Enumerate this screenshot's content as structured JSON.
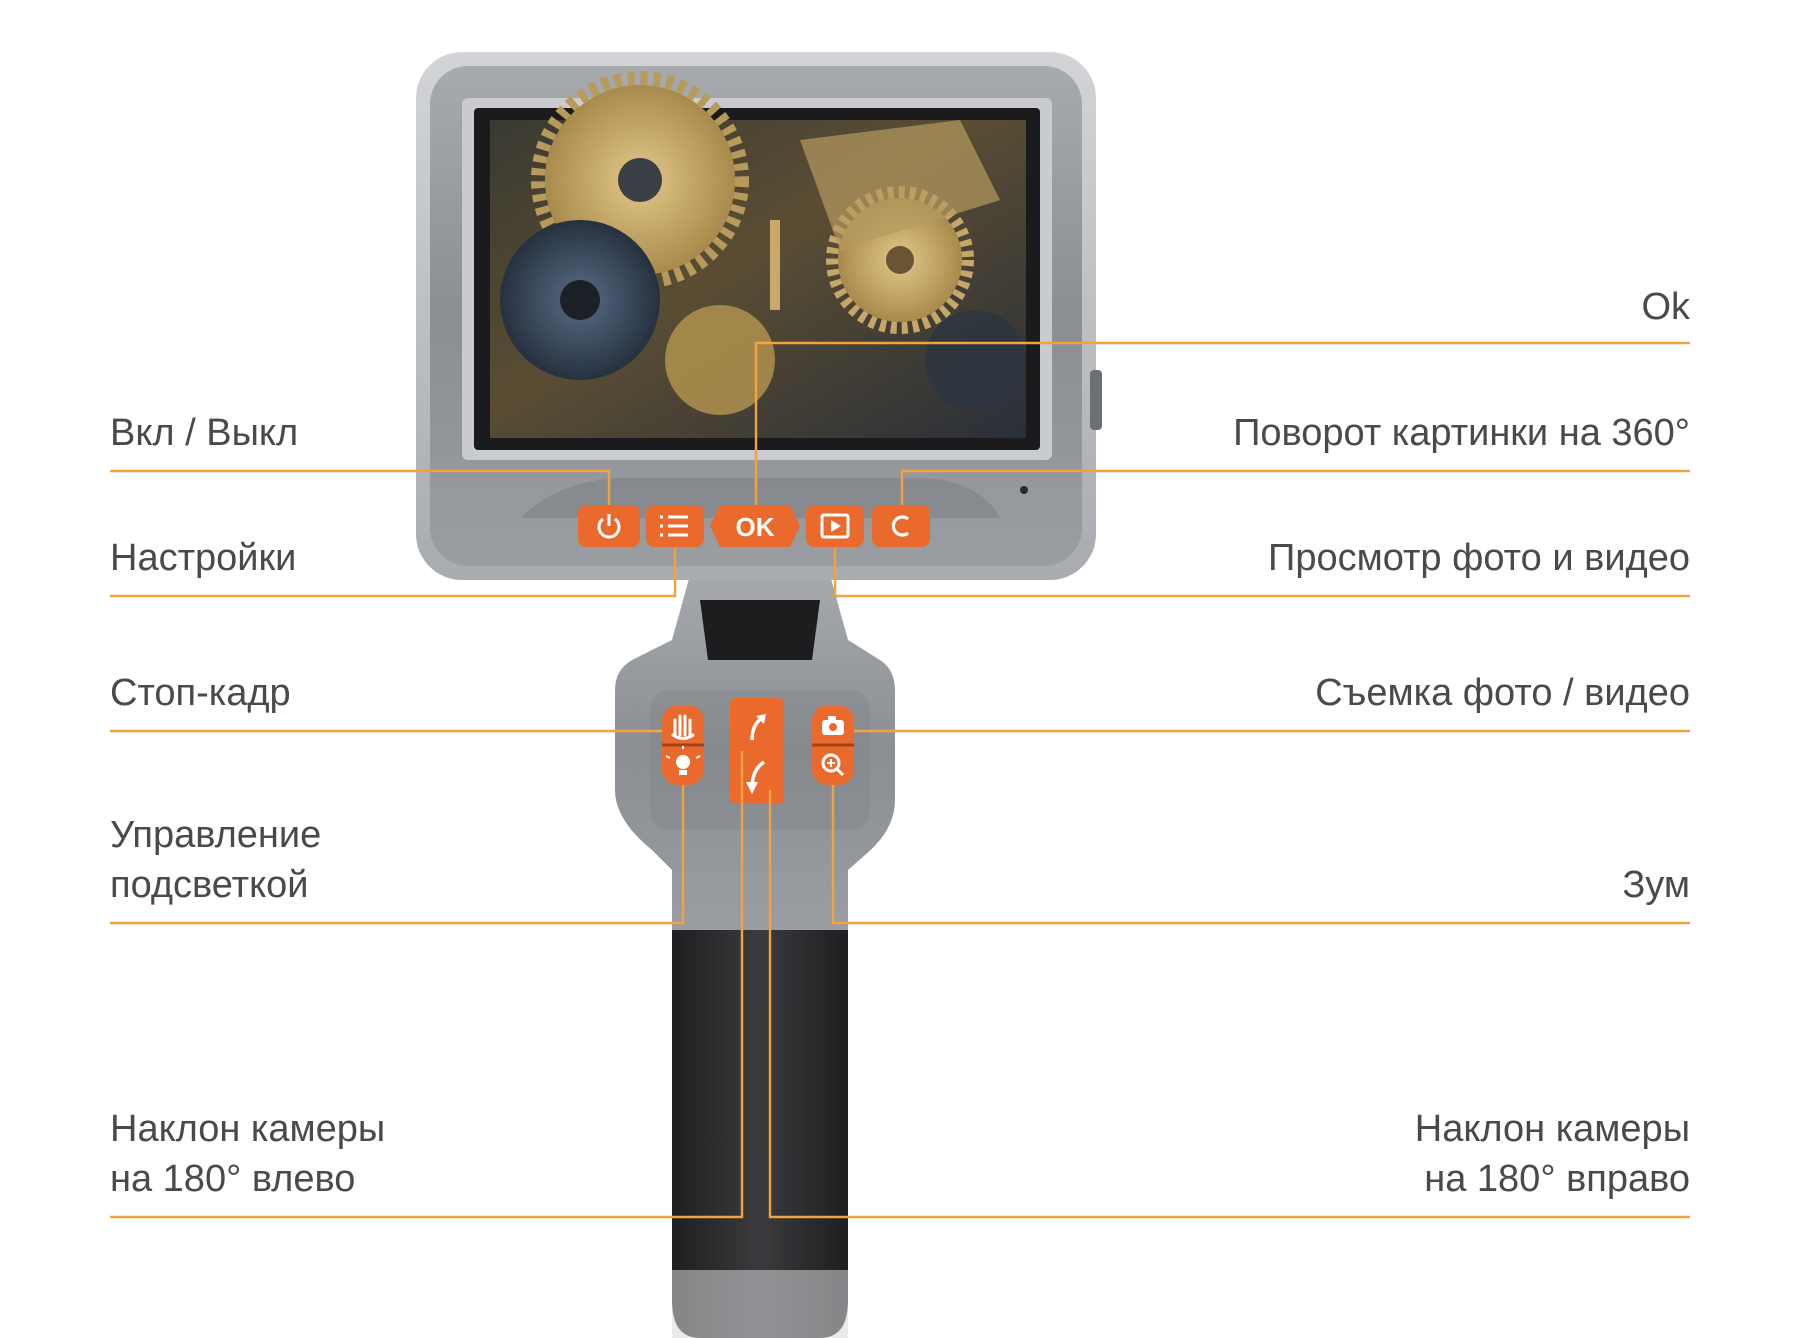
{
  "labels": {
    "power": "Вкл / Выкл",
    "settings": "Настройки",
    "freeze": "Стоп-кадр",
    "light": "Управление\n подсветкой",
    "tilt_left": "Наклон камеры\nна 180° влево",
    "ok": "Ok",
    "rotate": "Поворот картинки на 360°",
    "playback": "Просмотр фото и видео",
    "capture": "Съемка фото / видео",
    "zoom": "Зум",
    "tilt_right": "Наклон камеры\nна 180° вправо"
  },
  "buttons": {
    "ok_text": "OK"
  },
  "icons": {
    "power": "power-icon",
    "menu": "menu-list-icon",
    "play": "play-icon",
    "rotate": "rotate-icon",
    "freeze": "hand-icon",
    "light": "bulb-icon",
    "tilt_up": "arrow-up-icon",
    "tilt_down": "arrow-down-icon",
    "camera": "camera-icon",
    "zoom": "zoom-in-icon"
  },
  "colors": {
    "accent": "#f2a33f",
    "button": "#ea6a2e",
    "device": "#8e9196",
    "grip": "#2e2e30",
    "text": "#4a4a4a"
  }
}
